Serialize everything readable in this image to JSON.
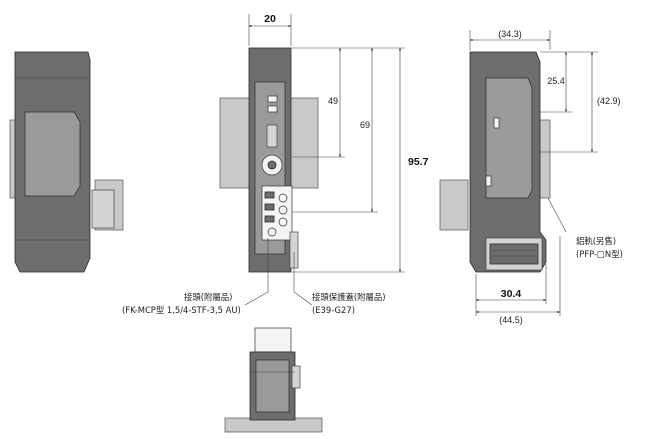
{
  "dimensions": {
    "front_width": "20",
    "height_49": "49",
    "height_69": "69",
    "height_total": "95.7",
    "side_top_width": "(34.3)",
    "side_25_4": "25.4",
    "side_42_9": "(42.9)",
    "side_bottom_30_4": "30.4",
    "side_bottom_44_5": "(44.5)"
  },
  "callouts": {
    "connector_title": "接頭(附屬品)",
    "connector_part": "(FK-MCP型 1,5/4-STF-3,5 AU)",
    "cover_title": "接頭保護蓋(附屬品)",
    "cover_part": "(E39-G27)",
    "rail_title": "鋁軌(另售)",
    "rail_part": "(PFP-□N型)"
  },
  "colors": {
    "line": "#444444",
    "body_dark": "#6d6d6d",
    "body_mid": "#9a9a9a",
    "body_light": "#d4d4d4",
    "rail": "#c9c9c9"
  }
}
